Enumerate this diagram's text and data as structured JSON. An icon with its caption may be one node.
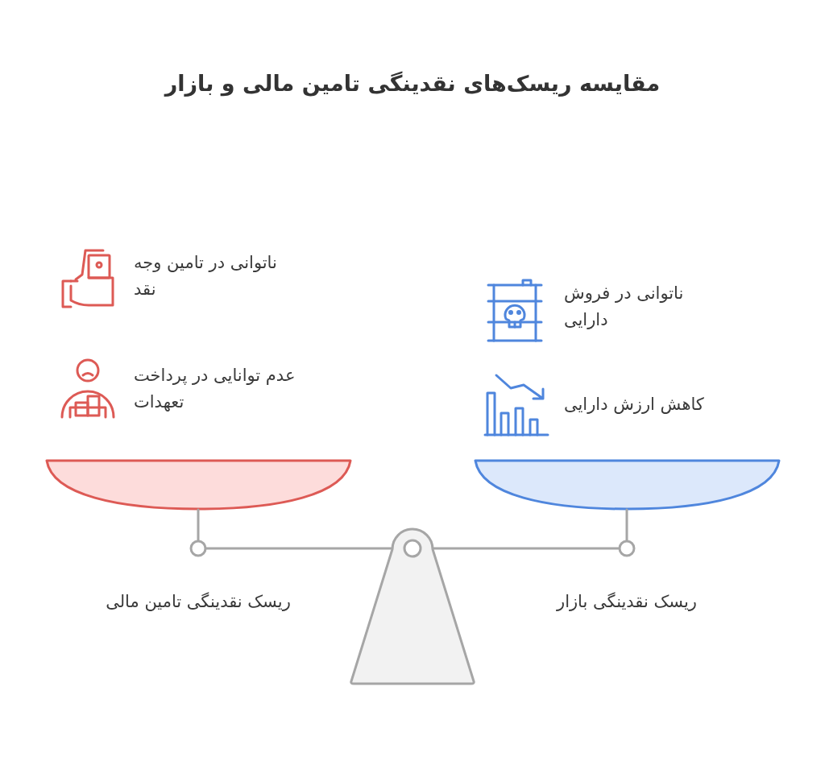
{
  "diagram": {
    "title": "مقایسه ریسک‌های نقدینگی تامین مالی و بازار",
    "nodes": [
      {
        "text": [],
        "shape": "bowl"
      },
      {
        "text": [],
        "shape": "bowl"
      }
    ],
    "labels": [
      "ناتوانی در تامین وجه نقد",
      "عدم توانایی در پرداخت تعهدات",
      "ناتوانی در فروش دارایی",
      "کاهش ارزش دارایی",
      "ریسک نقدینگی تامین مالی",
      "ریسک نقدینگی بازار"
    ]
  }
}
